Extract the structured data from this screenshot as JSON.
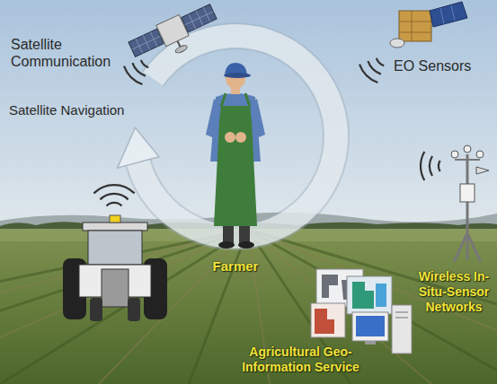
{
  "diagram": {
    "labels": [
      "Satellite Communication",
      "EO Sensors",
      "Satellite Navigation",
      "Farmer",
      "Wireless In-Situ-Sensor Networks",
      "Agricultural Geo-Information Service"
    ]
  }
}
